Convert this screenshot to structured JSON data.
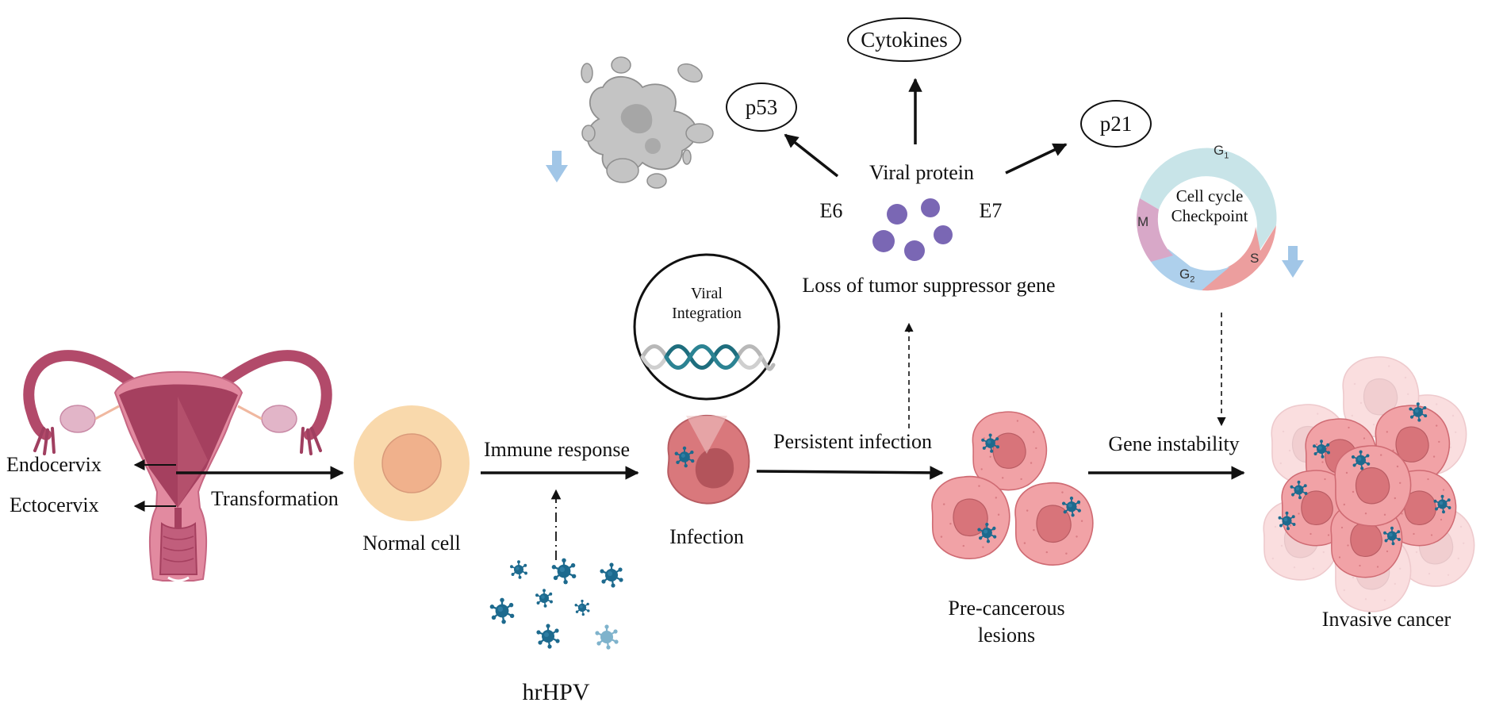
{
  "diagram": {
    "title": "HPV-driven cervical carcinogenesis pathway",
    "anatomy": {
      "endocervix_label": "Endocervix",
      "ectocervix_label": "Ectocervix"
    },
    "stages": [
      {
        "id": "normal",
        "label": "Normal cell"
      },
      {
        "id": "infection",
        "label": "Infection"
      },
      {
        "id": "precancer",
        "label_line1": "Pre-cancerous",
        "label_line2": "lesions"
      },
      {
        "id": "invasive",
        "label": "Invasive cancer"
      }
    ],
    "transitions": [
      {
        "from": "anatomy",
        "to": "normal",
        "label": "Transformation"
      },
      {
        "from": "normal",
        "to": "infection",
        "label": "Immune response"
      },
      {
        "from": "infection",
        "to": "precancer",
        "label": "Persistent infection"
      },
      {
        "from": "precancer",
        "to": "invasive",
        "label": "Gene instability"
      }
    ],
    "virus": {
      "label": "hrHPV"
    },
    "viral_integration": {
      "line1": "Viral",
      "line2": "Integration"
    },
    "viral_protein": {
      "label": "Viral protein",
      "e6_label": "E6",
      "e7_label": "E7",
      "consequence": "Loss of tumor suppressor gene",
      "targets": {
        "p53": "p53",
        "cytokines": "Cytokines",
        "p21": "p21"
      }
    },
    "cell_cycle": {
      "line1": "Cell cycle",
      "line2": "Checkpoint",
      "phases": [
        {
          "name": "G",
          "sub": "1",
          "color": "#c8e4e8"
        },
        {
          "name": "S",
          "sub": "",
          "color": "#ec9e9e"
        },
        {
          "name": "G",
          "sub": "2",
          "color": "#aed0ec"
        },
        {
          "name": "M",
          "sub": "",
          "color": "#d8a8c8"
        }
      ]
    },
    "colors": {
      "cell_pink": "#f1a2a6",
      "cell_nucleus": "#d8747a",
      "infected_cell": "#d9787c",
      "normal_cell_outer": "#f9d9ac",
      "normal_cell_inner": "#f0b18c",
      "virus_blue": "#1d6a8e",
      "virus_pale": "#7fb3cc",
      "protein_purple": "#7a67b4",
      "down_arrow_blue": "#a1c6e7",
      "dna_teal": "#1e6e7e",
      "apoptotic_gray": "#bdbdbd",
      "uterus_pink": "#d9718a",
      "uterus_dark": "#a5405f"
    }
  }
}
